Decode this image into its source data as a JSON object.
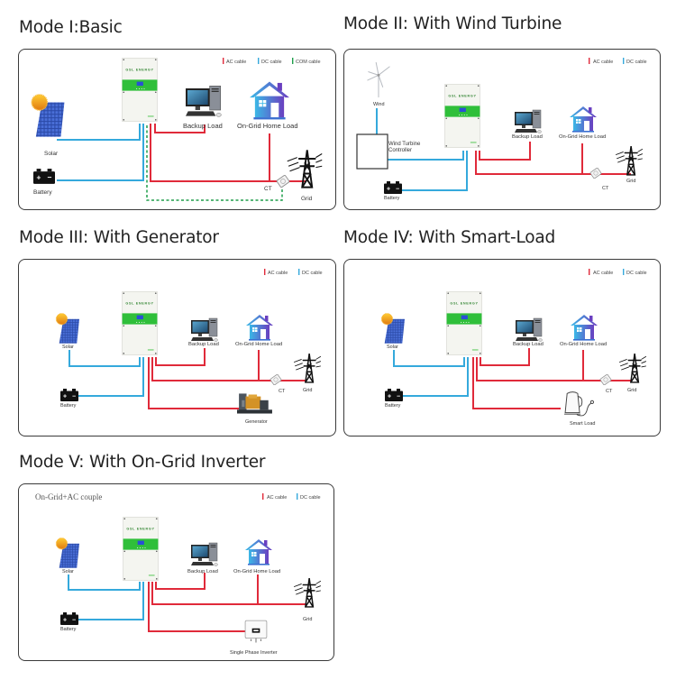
{
  "modes": [
    {
      "title": "Mode I:Basic",
      "legend": [
        "AC cable",
        "DC cable",
        "COM cable"
      ],
      "labels": {
        "solar": "Solar",
        "battery": "Battery",
        "backup": "Backup Load",
        "home": "On-Grid Home Load",
        "ct": "CT",
        "grid": "Grid"
      },
      "inverter_brand": "GSL ENERGY"
    },
    {
      "title": "Mode II: With Wind Turbine",
      "legend": [
        "AC cable",
        "DC cable"
      ],
      "labels": {
        "wind": "Wind",
        "controller_line1": "Wind Turbine",
        "controller_line2": "Controller",
        "battery": "Battery",
        "backup": "Backup Load",
        "home": "On-Grid Home Load",
        "ct": "CT",
        "grid": "Grid"
      },
      "inverter_brand": "GSL ENERGY"
    },
    {
      "title": "Mode III: With Generator",
      "legend": [
        "AC cable",
        "DC cable"
      ],
      "labels": {
        "solar": "Solar",
        "battery": "Battery",
        "backup": "Backup Load",
        "home": "On-Grid Home Load",
        "ct": "CT",
        "grid": "Grid",
        "extra": "Generator"
      },
      "inverter_brand": "GSL ENERGY"
    },
    {
      "title": "Mode IV: With Smart-Load",
      "legend": [
        "AC cable",
        "DC cable"
      ],
      "labels": {
        "solar": "Solar",
        "battery": "Battery",
        "backup": "Backup Load",
        "home": "On-Grid Home Load",
        "ct": "CT",
        "grid": "Grid",
        "extra": "Smart Load"
      },
      "inverter_brand": "GSL ENERGY"
    },
    {
      "title": "Mode V: With On-Grid Inverter",
      "subtitle": "On-Grid+AC couple",
      "legend": [
        "AC cable",
        "DC cable"
      ],
      "labels": {
        "solar": "Solar",
        "battery": "Battery",
        "backup": "Backup Load",
        "home": "On-Grid Home Load",
        "grid": "Grid",
        "extra": "Single Phase Inverter"
      },
      "inverter_brand": "GSL ENERGY"
    }
  ],
  "colors": {
    "ac": "#e02a3a",
    "dc": "#35a9dc",
    "com": "#1e9e4a",
    "inverter_green": "#2fbf3a",
    "screen_blue": "#2a4fd6"
  }
}
